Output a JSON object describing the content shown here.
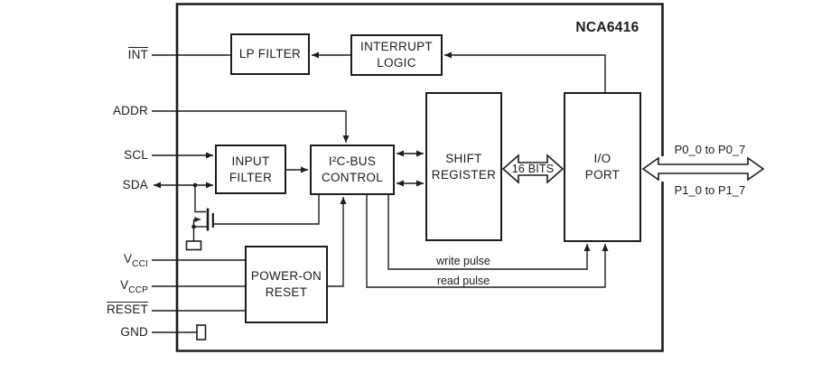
{
  "title": "NCA6416",
  "pins": {
    "int": {
      "label": "INT"
    },
    "addr": {
      "label": "ADDR"
    },
    "scl": {
      "label": "SCL"
    },
    "sda": {
      "label": "SDA"
    },
    "vcci": {
      "base": "V",
      "sub": "CCI"
    },
    "vccp": {
      "base": "V",
      "sub": "CCP"
    },
    "reset": {
      "label": "RESET"
    },
    "gnd": {
      "label": "GND"
    }
  },
  "blocks": {
    "lp_filter": {
      "label": "LP FILTER"
    },
    "interrupt_logic": {
      "label": "INTERRUPT\nLOGIC"
    },
    "input_filter": {
      "label": "INPUT\nFILTER"
    },
    "i2c_bus_control": {
      "label": "I²C-BUS\nCONTROL"
    },
    "shift_register": {
      "label": "SHIFT\nREGISTER"
    },
    "io_port": {
      "label": "I/O\nPORT"
    },
    "power_on_reset": {
      "label": "POWER-ON\nRESET"
    }
  },
  "buses": {
    "bits_label": "16 BITS",
    "p0_label": "P0_0 to P0_7",
    "p1_label": "P1_0 to P1_7"
  },
  "signals": {
    "write_pulse": "write pulse",
    "read_pulse": "read pulse"
  },
  "colors": {
    "line": "#1c1c1c",
    "background": "#ffffff"
  }
}
